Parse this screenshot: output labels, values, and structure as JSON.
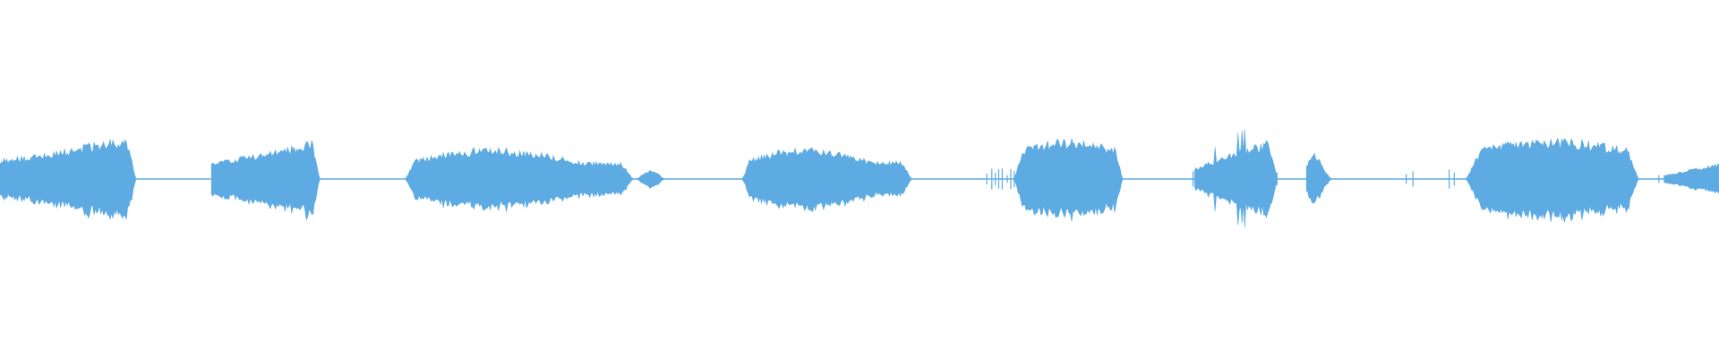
{
  "waveform": {
    "color": "#5dabe2",
    "background": "#ffffff",
    "segments": [
      {
        "start": 0.0,
        "end": 0.079,
        "amplitude": 0.26,
        "shape": "crescendo"
      },
      {
        "start": 0.123,
        "end": 0.186,
        "amplitude": 0.23,
        "shape": "crescendo"
      },
      {
        "start": 0.236,
        "end": 0.368,
        "amplitude": 0.18,
        "shape": "plateau"
      },
      {
        "start": 0.371,
        "end": 0.386,
        "amplitude": 0.05,
        "shape": "dip"
      },
      {
        "start": 0.432,
        "end": 0.53,
        "amplitude": 0.18,
        "shape": "plateau"
      },
      {
        "start": 0.59,
        "end": 0.653,
        "amplitude": 0.23,
        "shape": "swell"
      },
      {
        "start": 0.695,
        "end": 0.743,
        "amplitude": 0.24,
        "shape": "spiky"
      },
      {
        "start": 0.76,
        "end": 0.774,
        "amplitude": 0.18,
        "shape": "burst"
      },
      {
        "start": 0.853,
        "end": 0.953,
        "amplitude": 0.23,
        "shape": "swell"
      },
      {
        "start": 0.968,
        "end": 1.0,
        "amplitude": 0.09,
        "shape": "rise"
      }
    ],
    "ticks": [
      0.574,
      0.577,
      0.579,
      0.581,
      0.583,
      0.586,
      0.588,
      0.59,
      0.694,
      0.818,
      0.822,
      0.843,
      0.846,
      0.965
    ]
  }
}
